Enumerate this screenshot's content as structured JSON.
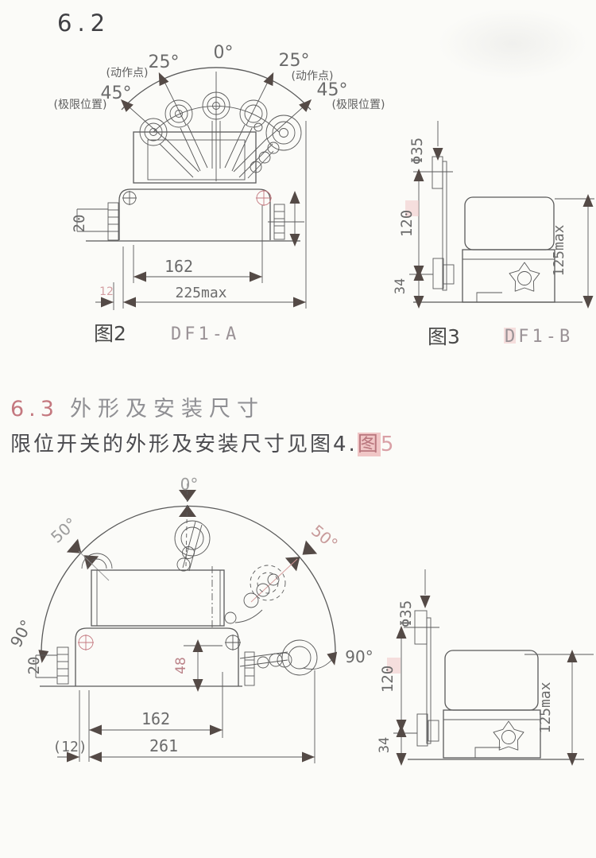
{
  "colors": {
    "paper": "#fbfbf8",
    "ink": "#5a5a5a",
    "ink-light": "#939393",
    "arrow": "#544a46",
    "dim": "#6b6b6b",
    "dim-light": "#9c9c9c",
    "pink": "#d89b9b",
    "pink-strong": "#c4787f",
    "pink-bg": "#f0c6c6",
    "caption": "#9a9296",
    "heading": "#3f3f43",
    "body-text": "#4b4b4f"
  },
  "headings": {
    "section_62": "6.2",
    "section_63_num": "6.3",
    "section_63_title": "外形及安装尺寸",
    "body_line_pre": "限位开关的外形及安装尺寸见图4.",
    "body_line_fig": "图",
    "body_line_fig_num": "5"
  },
  "fig2": {
    "caption_fig": "图2",
    "caption_model": "DF1-A",
    "angle_center": "0°",
    "angle_action_left": "25°",
    "angle_action_right": "25°",
    "action_point_left": "(动作点)",
    "action_point_right": "(动作点)",
    "angle_limit_left": "45°",
    "angle_limit_right": "45°",
    "limit_pos_left": "(极限位置)",
    "limit_pos_right": "(极限位置)",
    "dim_shaft_len": "20",
    "dim_mount": "162",
    "dim_overall": "225max",
    "dim_offset": "12"
  },
  "fig3": {
    "caption_fig": "图3",
    "caption_model": "DF1-B",
    "dim_roller_dia": "Φ35",
    "dim_height": "120",
    "dim_base": "34",
    "dim_overall": "125max"
  },
  "fig4": {
    "angle_center": "0°",
    "angle_action_left": "50°",
    "angle_action_right": "50°",
    "angle_limit_left": "90°",
    "angle_limit_right": "90°",
    "dim_shaft_len": "20",
    "dim_lever": "48",
    "dim_mount": "162",
    "dim_offset": "(12)",
    "dim_overall": "261"
  },
  "fig5": {
    "dim_roller_dia": "Φ35",
    "dim_height": "120",
    "dim_base": "34",
    "dim_overall": "125max"
  }
}
